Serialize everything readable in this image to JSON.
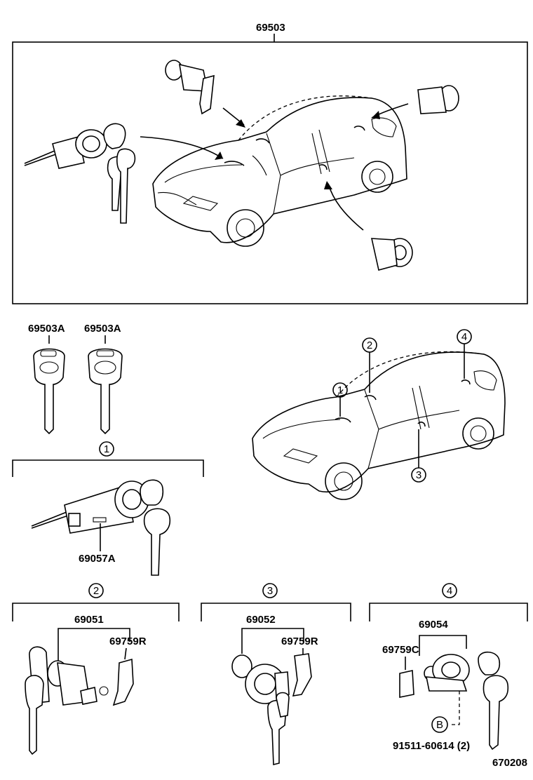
{
  "diagram": {
    "top_assembly": "69503",
    "keys": [
      "69503A",
      "69503A"
    ],
    "callouts": [
      "1",
      "2",
      "3",
      "4"
    ],
    "groups": [
      {
        "index": "1",
        "parts": [
          "69057A"
        ]
      },
      {
        "index": "2",
        "parts": [
          "69051",
          "69759R"
        ]
      },
      {
        "index": "3",
        "parts": [
          "69052",
          "69759R"
        ]
      },
      {
        "index": "4",
        "parts": [
          "69054",
          "69759C"
        ],
        "fastener_marker": "B",
        "fastener": "91511-60614 (2)"
      }
    ],
    "figure_id": "670208"
  }
}
